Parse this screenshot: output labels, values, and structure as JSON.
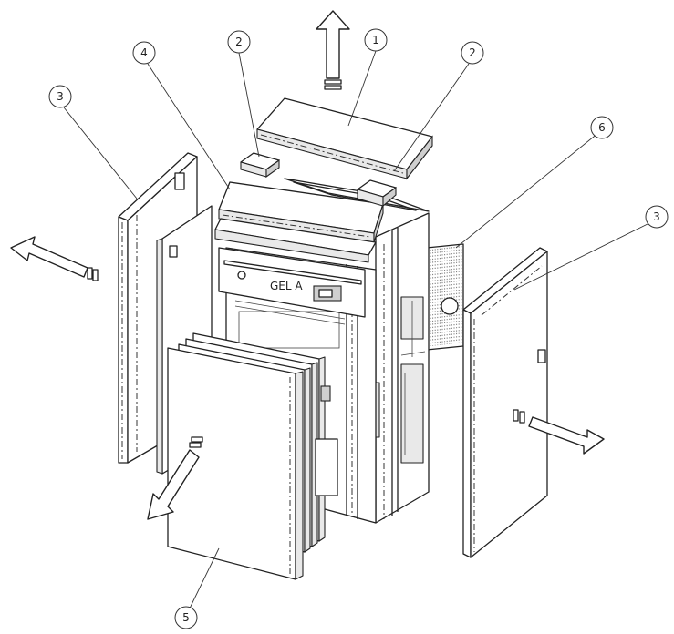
{
  "callouts": [
    {
      "id": "1",
      "label": "1"
    },
    {
      "id": "2a",
      "label": "2"
    },
    {
      "id": "2b",
      "label": "2"
    },
    {
      "id": "3a",
      "label": "3"
    },
    {
      "id": "3b",
      "label": "3"
    },
    {
      "id": "4",
      "label": "4"
    },
    {
      "id": "5",
      "label": "5"
    },
    {
      "id": "6",
      "label": "6"
    }
  ],
  "control_panel": {
    "brand": "GEL A"
  }
}
